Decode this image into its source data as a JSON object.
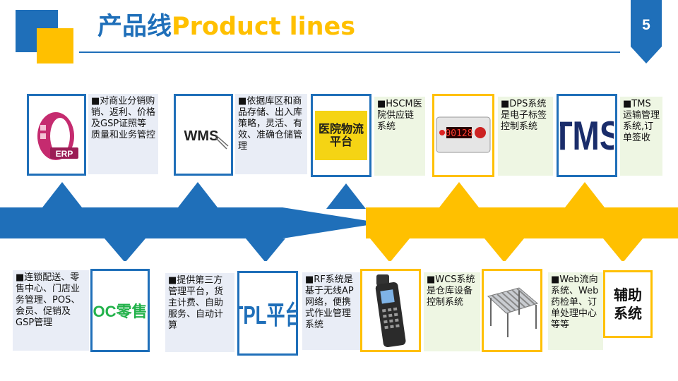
{
  "header": {
    "title_cn": "产品线",
    "title_en": "Product lines",
    "page_number": "5"
  },
  "colors": {
    "blue": "#1f6fb9",
    "yellow": "#ffc000"
  },
  "top_products": [
    {
      "logo_text": "ERP",
      "desc": "■对商业分销购销、返利、价格及GSP证照等质量和业务管控"
    },
    {
      "logo_text": "WMS",
      "desc": "■依据库区和商品存储、出入库策略，灵活、有效、准确仓储管理"
    },
    {
      "logo_text": "医院物流平台",
      "desc": "■HSCM医院供应链系统"
    },
    {
      "logo_text": "00128",
      "desc": "■DPS系统是电子标签控制系统"
    },
    {
      "logo_text": "TMS",
      "desc": "■TMS运输管理系统,订单签收"
    }
  ],
  "bottom_products": [
    {
      "logo_text": "OC零售",
      "desc": "■连锁配送、零售中心、门店业务管理、POS、会员、促销及GSP管理"
    },
    {
      "logo_text": "TPL平台",
      "desc": "■提供第三方管理平台，货主计费、自助服务、自动计算"
    },
    {
      "logo_icon": "handheld-scanner-icon",
      "desc": "■RF系统是基于无线AP网络，便携式作业管理系统"
    },
    {
      "logo_icon": "roller-conveyor-icon",
      "desc": "■WCS系统是仓库设备控制系统"
    },
    {
      "logo_text": "辅助系统",
      "desc": "■Web流向系统、Web药检单、订单处理中心等等"
    }
  ]
}
